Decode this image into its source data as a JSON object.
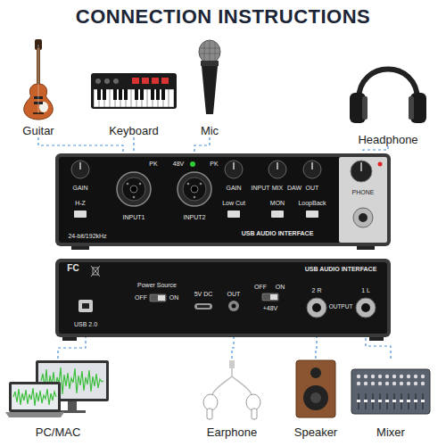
{
  "diagram": {
    "title": "CONNECTION INSTRUCTIONS",
    "nodes": [
      {
        "text": [
          "Guitar"
        ]
      },
      {
        "text": [
          "Keyboard"
        ]
      },
      {
        "text": [
          "Mic"
        ]
      },
      {
        "text": [
          "Headphone"
        ]
      },
      {
        "text": [
          "USB AUDIO INTERFACE"
        ]
      },
      {
        "text": [
          "USB AUDIO INTERFACE"
        ]
      },
      {
        "text": [
          "PC/MAC"
        ]
      },
      {
        "text": [
          "Earphone"
        ]
      },
      {
        "text": [
          "Speaker"
        ]
      },
      {
        "text": [
          "Mixer"
        ]
      }
    ],
    "edges": [
      {
        "from": 0,
        "to": 4,
        "arrow": "none"
      },
      {
        "from": 1,
        "to": 4,
        "arrow": "none"
      },
      {
        "from": 2,
        "to": 4,
        "arrow": "none"
      },
      {
        "from": 3,
        "to": 4,
        "arrow": "none"
      },
      {
        "from": 6,
        "to": 5,
        "arrow": "none"
      },
      {
        "from": 7,
        "to": 5,
        "arrow": "none"
      },
      {
        "from": 8,
        "to": 5,
        "arrow": "none"
      },
      {
        "from": 9,
        "to": 5,
        "arrow": "none"
      }
    ],
    "labels": [
      "GAIN",
      "H-Z",
      "24-bit/192kHz",
      "PK",
      "INPUT1",
      "48V",
      "PK",
      "INPUT2",
      "GAIN",
      "Low Cut",
      "INPUT",
      "MIX",
      "DAW",
      "MON",
      "OUT",
      "LoopBack",
      "PHONE",
      "FC",
      "USB 2.0",
      "Power Source",
      "OFF",
      "ON",
      "5V DC",
      "OUT",
      "OFF",
      "ON",
      "+48V",
      "2 R",
      "1 L",
      "OUTPUT"
    ]
  }
}
